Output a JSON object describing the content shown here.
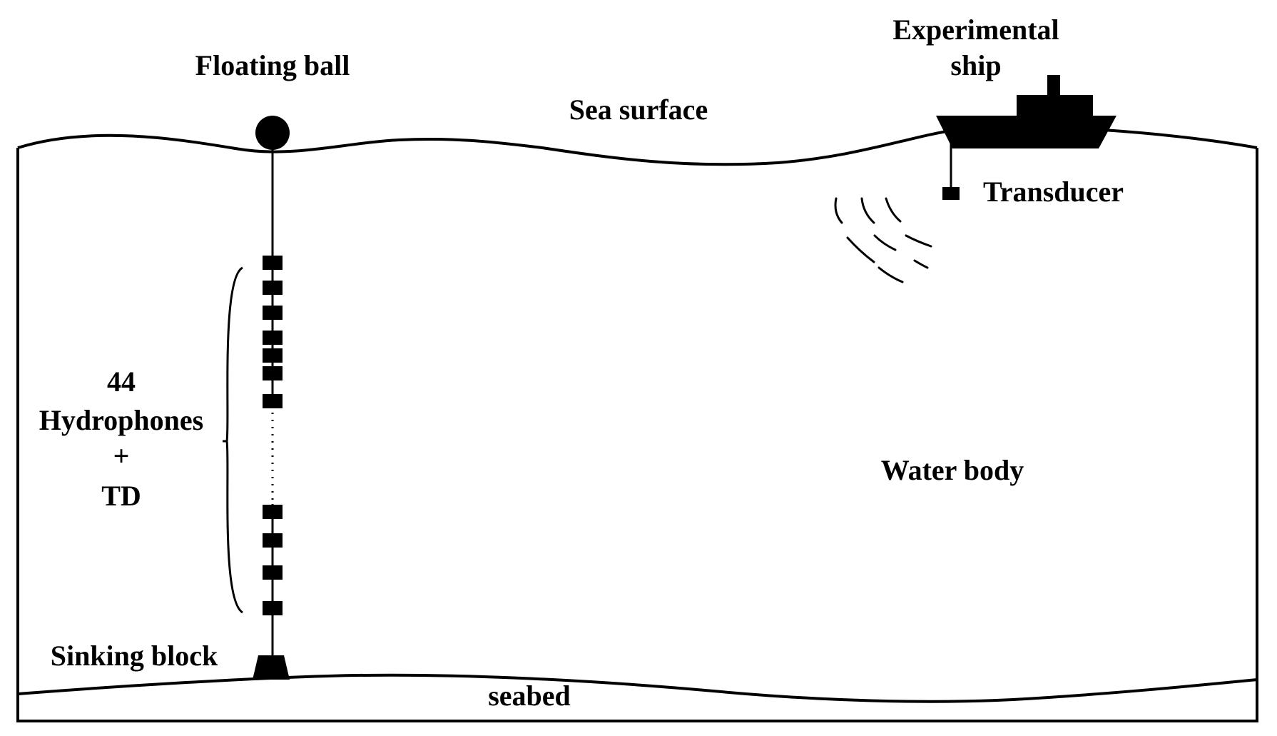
{
  "labels": {
    "floating_ball": "Floating ball",
    "sea_surface": "Sea surface",
    "experimental_ship_line1": "Experimental",
    "experimental_ship_line2": "ship",
    "transducer": "Transducer",
    "water_body": "Water body",
    "hydrophones_count": "44",
    "hydrophones": "Hydrophones",
    "plus": "+",
    "td": "TD",
    "sinking_block": "Sinking block",
    "seabed": "seabed"
  },
  "colors": {
    "ink": "#000000",
    "background": "#ffffff"
  }
}
